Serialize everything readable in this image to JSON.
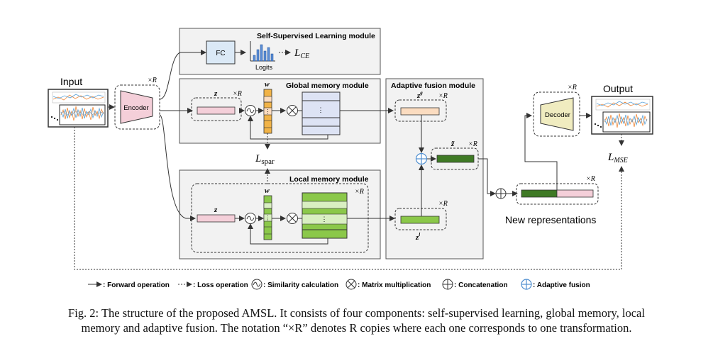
{
  "modules": {
    "ssl_title": "Self-Supervised Learning module",
    "global_title": "Global memory module",
    "local_title": "Local memory module",
    "fusion_title": "Adaptive fusion module"
  },
  "labels": {
    "input": "Input",
    "output": "Output",
    "encoder": "Encoder",
    "decoder": "Decoder",
    "fc": "FC",
    "logits": "Logits",
    "ce_loss_main": "L",
    "ce_loss_sub": "CE",
    "spar_main": "L",
    "spar_sub": "spar",
    "mse_main": "L",
    "mse_sub": "MSE",
    "times_r": "×R",
    "z": "z",
    "w": "w",
    "zg_main": "z",
    "zg_sup": "g",
    "zl_main": "z",
    "zl_sup": "l",
    "ztilde": "z̃",
    "new_repr": "New representations"
  },
  "legend": {
    "forward": ": Forward operation",
    "loss": ": Loss operation",
    "similarity": ": Similarity calculation",
    "matmul": ": Matrix multiplication",
    "concat": ": Concatenation",
    "fusion": ": Adaptive fusion"
  },
  "caption": {
    "line1": "Fig. 2: The structure of the proposed AMSL. It consists of four components: self-supervised learning, global memory, local",
    "line2": "memory and adaptive fusion. The notation “×R” denotes R copies where each one corresponds to one transformation."
  },
  "colors": {
    "panel": "#f2f2f2",
    "fc_fill": "#dbe9f6",
    "pink": "#f4cfd9",
    "peach": "#fbdcc0",
    "orange": "#f1b347",
    "lavender": "#dde3f4",
    "green": "#8bc84a",
    "dark_green": "#3f7a25",
    "light_green": "#b9de8c",
    "fusion_blue": "#4f8fd0"
  }
}
